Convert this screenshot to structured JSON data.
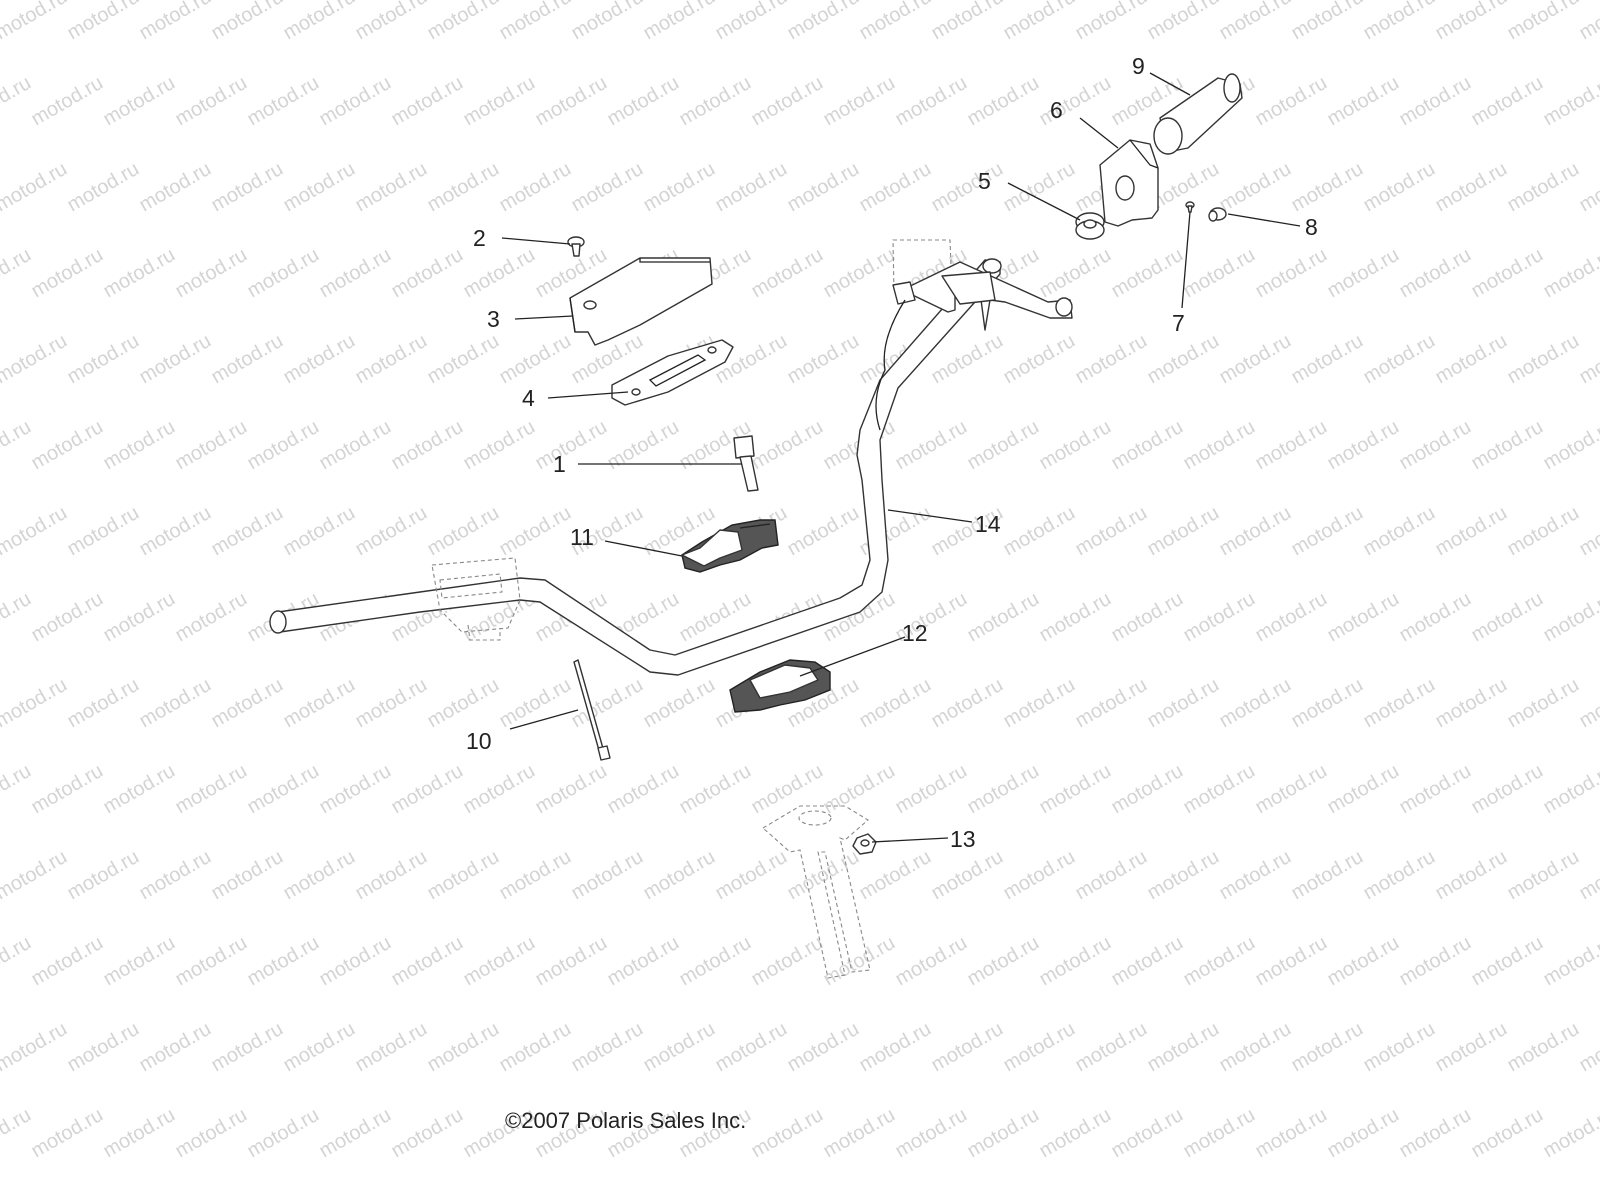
{
  "watermark": "motod.ru",
  "copyright": "©2007 Polaris Sales Inc.",
  "callouts": [
    "1",
    "2",
    "3",
    "4",
    "5",
    "6",
    "7",
    "8",
    "9",
    "10",
    "11",
    "12",
    "13",
    "14"
  ]
}
